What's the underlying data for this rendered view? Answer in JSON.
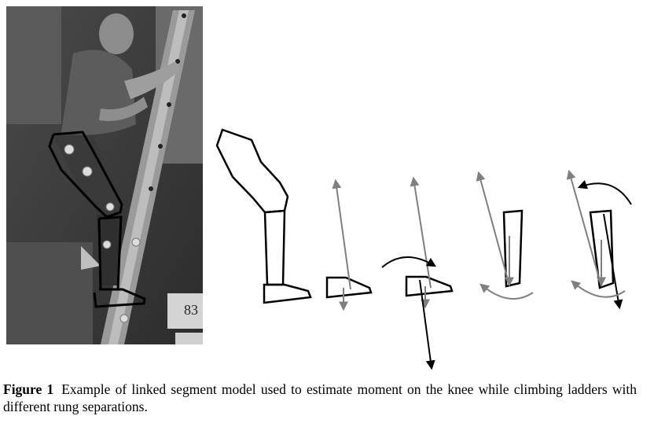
{
  "figure": {
    "label": "Figure 1",
    "caption": "Example of linked segment model used to estimate moment on the knee while climbing ladders with different rung separations.",
    "rung_sign_text": "83"
  },
  "colors": {
    "outline": "#000000",
    "force_vector": "#7f7f7f",
    "moment_arrow": "#000000"
  }
}
